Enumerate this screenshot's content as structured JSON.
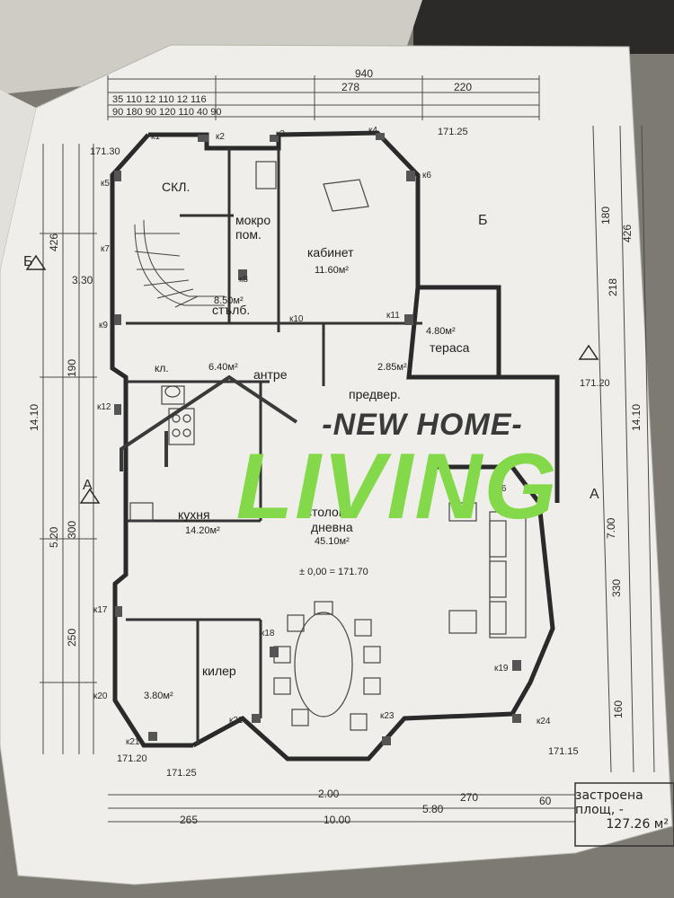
{
  "watermark": {
    "brand_top": "-NEW HOME-",
    "brand_main": "LIVING",
    "accent_color": "#84d94a"
  },
  "plan": {
    "rooms": {
      "skl": "СКЛ.",
      "mokro": "мокро",
      "pom": "пом.",
      "kabinet": "кабинет",
      "kabinet_area": "11.60м²",
      "stalba": "стълб.",
      "stalba_area": "8.50м²",
      "terasa": "тераса",
      "terasa_area": "4.80м²",
      "kl": "кл.",
      "antre": "антре",
      "antre_area": "6.40м²",
      "predver": "предвер.",
      "predver_area": "2.85м²",
      "kuhnya": "кухня",
      "kuhnya_area": "14.20м²",
      "dnevna_top": "столова",
      "dnevna": "дневна",
      "dnevna_area": "45.10м²",
      "kiler": "килер",
      "kiler_area": "3.80м²",
      "level": "± 0,00 = 171.70"
    },
    "top_dims": {
      "overall": "940",
      "d1": "278",
      "d2": "220",
      "row1": "35 110 12 110 12 116",
      "row2": "90 180 90 120 110 40 90"
    },
    "left_dims": {
      "total": "14.10",
      "a": "426",
      "b": "5.20",
      "c": "300",
      "d": "190",
      "e": "250",
      "f": "3.30"
    },
    "right_dims": {
      "total": "14.10",
      "a": "426",
      "b": "7.00",
      "c": "330",
      "d": "160",
      "e": "218",
      "f": "180"
    },
    "bottom_dims": {
      "overall": "10.00",
      "d1": "5.80",
      "d2": "2.00",
      "d3": "270",
      "d4": "265",
      "d5": "60"
    },
    "elevations": {
      "e1": "171.30",
      "e2": "171.25",
      "e3": "171.20",
      "e4": "171.20",
      "e5": "171.25",
      "e6": "171.15"
    },
    "section_marks": {
      "a": "А",
      "b": "Б"
    },
    "stamp": {
      "line1": "застроена",
      "line2": "площ, -",
      "line3": "127.26 м²"
    },
    "columns": [
      "к1",
      "к2",
      "к3",
      "к4",
      "к5",
      "к6",
      "к7",
      "к8",
      "к9",
      "к10",
      "к11",
      "к12",
      "к16",
      "к17",
      "к18",
      "к19",
      "к20",
      "к21",
      "к22",
      "к23",
      "к24"
    ]
  }
}
